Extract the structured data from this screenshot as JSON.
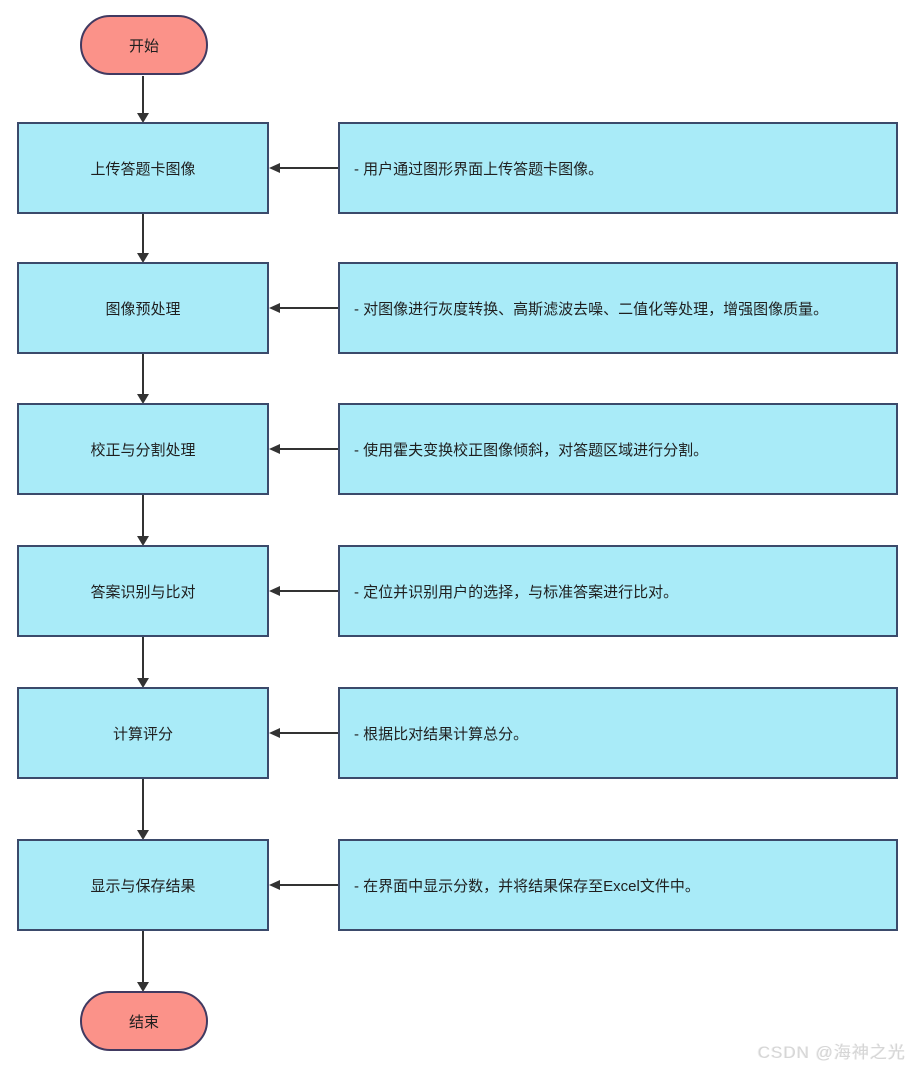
{
  "diagram": {
    "type": "flowchart",
    "start_label": "开始",
    "end_label": "结束",
    "steps": [
      {
        "label": "上传答题卡图像",
        "note": "- 用户通过图形界面上传答题卡图像。"
      },
      {
        "label": "图像预处理",
        "note": "- 对图像进行灰度转换、高斯滤波去噪、二值化等处理，增强图像质量。"
      },
      {
        "label": "校正与分割处理",
        "note": "- 使用霍夫变换校正图像倾斜，对答题区域进行分割。"
      },
      {
        "label": "答案识别与比对",
        "note": "- 定位并识别用户的选择，与标准答案进行比对。"
      },
      {
        "label": "计算评分",
        "note": "- 根据比对结果计算总分。"
      },
      {
        "label": "显示与保存结果",
        "note": "- 在界面中显示分数，并将结果保存至Excel文件中。"
      }
    ],
    "colors": {
      "process_fill": "#a9ebf8",
      "process_border": "#3b4a6b",
      "terminal_fill": "#fb9289",
      "terminal_border": "#413a61",
      "connector_line": "#333333",
      "text": "#1f1f1f",
      "watermark_text": "#d6d6d6"
    },
    "watermark": "CSDN @海神之光"
  }
}
